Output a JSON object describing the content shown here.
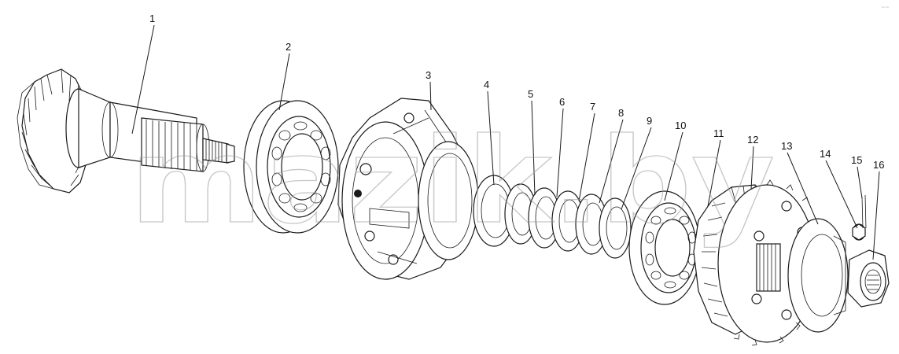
{
  "watermark": "mazik.by",
  "corner_mark": "~~",
  "callouts": [
    {
      "label": "1"
    },
    {
      "label": "2"
    },
    {
      "label": "3"
    },
    {
      "label": "4"
    },
    {
      "label": "5"
    },
    {
      "label": "6"
    },
    {
      "label": "7"
    },
    {
      "label": "8"
    },
    {
      "label": "9"
    },
    {
      "label": "10"
    },
    {
      "label": "11"
    },
    {
      "label": "12"
    },
    {
      "label": "13"
    },
    {
      "label": "14"
    },
    {
      "label": "15"
    },
    {
      "label": "16"
    }
  ],
  "colors": {
    "line": "#1a1a1a",
    "watermark": "#9a9a9a",
    "background": "#ffffff"
  }
}
